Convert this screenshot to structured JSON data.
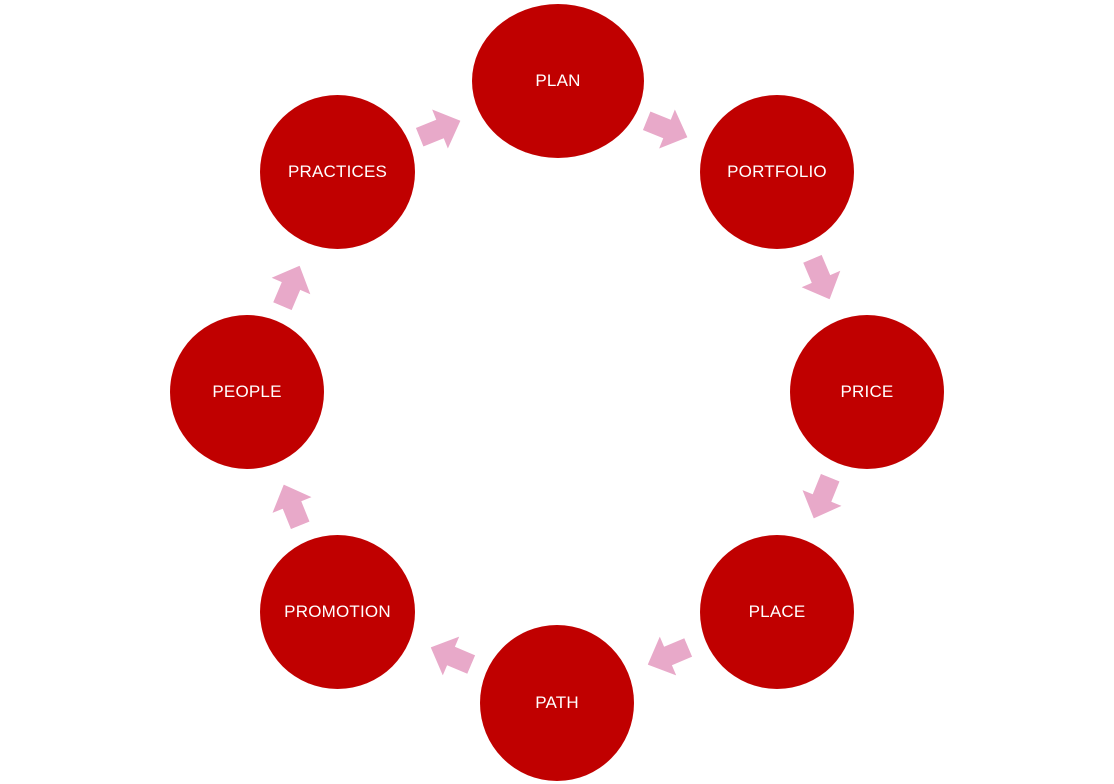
{
  "colors": {
    "node_fill": "#c00000",
    "node_text": "#ffffff",
    "arrow_fill": "#e8a9c9"
  },
  "cycle": {
    "nodes": [
      {
        "label": "PLAN"
      },
      {
        "label": "PORTFOLIO"
      },
      {
        "label": "PRICE"
      },
      {
        "label": "PLACE"
      },
      {
        "label": "PATH"
      },
      {
        "label": "PROMOTION"
      },
      {
        "label": "PEOPLE"
      },
      {
        "label": "PRACTICES"
      }
    ],
    "direction": "clockwise",
    "arrow_icon": "right-arrow-icon"
  }
}
